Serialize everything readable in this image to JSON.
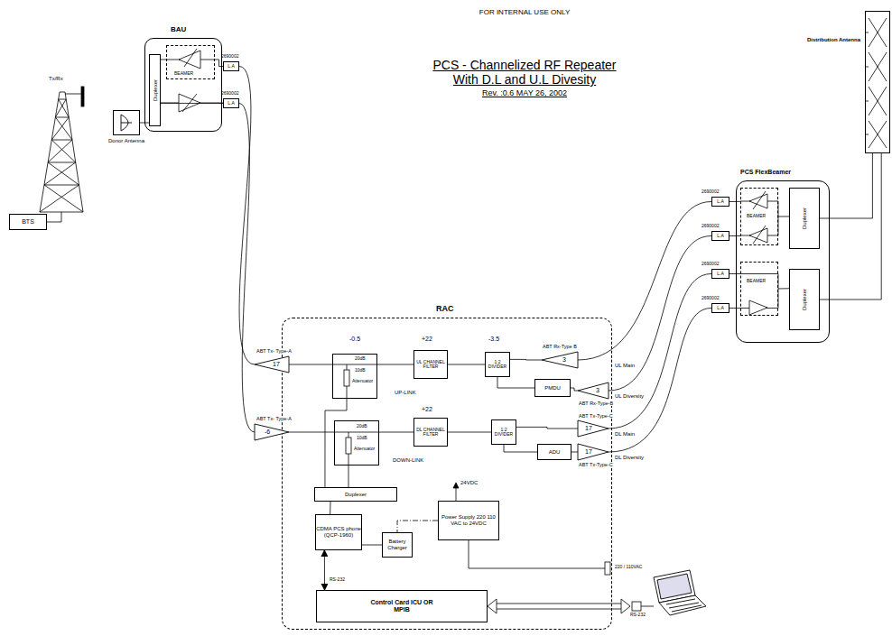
{
  "diagram": {
    "title": "PCS - Channelized RF Repeater With D.L and U.L Divesity",
    "nodes": [
      {
        "text": [
          "BTS"
        ]
      },
      {
        "text": [
          "BAU"
        ]
      },
      {
        "text": [
          "Duplexer"
        ],
        "in": 1
      },
      {
        "text": [
          "BEAMER"
        ],
        "in": 1
      },
      {
        "text": [
          "2690002",
          "L.A"
        ]
      },
      {
        "text": [
          "2690002",
          "L.A"
        ]
      },
      {
        "text": [
          "Donor Antenna"
        ]
      },
      {
        "text": [
          "Distribution Antenna"
        ]
      },
      {
        "text": [
          "PCS FlexBeamer"
        ]
      },
      {
        "text": [
          "BEAMER"
        ],
        "in": 8
      },
      {
        "text": [
          "Duplexer"
        ],
        "in": 8
      },
      {
        "text": [
          "BEAMER"
        ],
        "in": 8
      },
      {
        "text": [
          "Duplexer"
        ],
        "in": 8
      },
      {
        "text": [
          "2690002",
          "L.A"
        ]
      },
      {
        "text": [
          "2690002",
          "L.A"
        ]
      },
      {
        "text": [
          "2690002",
          "L.A"
        ]
      },
      {
        "text": [
          "2690002",
          "L.A"
        ]
      },
      {
        "text": [
          "RAC"
        ]
      },
      {
        "text": [
          "17"
        ],
        "in": 17
      },
      {
        "text": [
          "20dB",
          "10dB",
          "Attenuator"
        ],
        "in": 17
      },
      {
        "text": [
          "UL CHANNEL FILTER"
        ],
        "in": 17
      },
      {
        "text": [
          "1:2 DIVIDER"
        ],
        "in": 17
      },
      {
        "text": [
          "3"
        ],
        "in": 17
      },
      {
        "text": [
          "PMDU"
        ],
        "in": 17
      },
      {
        "text": [
          "3"
        ],
        "in": 17
      },
      {
        "text": [
          "-6"
        ],
        "in": 17
      },
      {
        "text": [
          "20dB",
          "10dB",
          "Attenuator"
        ],
        "in": 17
      },
      {
        "text": [
          "DL CHANNEL FILTER"
        ],
        "in": 17
      },
      {
        "text": [
          "1:2 DIVIDER"
        ],
        "in": 17
      },
      {
        "text": [
          "ADU"
        ],
        "in": 17
      },
      {
        "text": [
          "17"
        ],
        "in": 17
      },
      {
        "text": [
          "17"
        ],
        "in": 17
      },
      {
        "text": [
          "Duplexer"
        ],
        "in": 17
      },
      {
        "text": [
          "CDMA PCS phone (QCP-1960)"
        ],
        "in": 17
      },
      {
        "text": [
          "Battery Charger"
        ],
        "in": 17
      },
      {
        "text": [
          "Power Supply 220 110 VAC to 24VDC"
        ],
        "in": 17
      },
      {
        "text": [
          "Control Card ICU OR MPIB"
        ],
        "in": 17
      }
    ],
    "edges": [
      {
        "from": 6,
        "to": 2,
        "arrow": "none"
      },
      {
        "from": 2,
        "to": 3,
        "arrow": "none"
      },
      {
        "from": 3,
        "to": 4,
        "arrow": "none"
      },
      {
        "from": 2,
        "to": 5,
        "arrow": "none"
      },
      {
        "from": 4,
        "to": 18,
        "arrow": "none"
      },
      {
        "from": 5,
        "to": 25,
        "arrow": "none"
      },
      {
        "from": 22,
        "to": 13,
        "arrow": "none"
      },
      {
        "from": 24,
        "to": 14,
        "arrow": "none"
      },
      {
        "from": 30,
        "to": 15,
        "arrow": "none"
      },
      {
        "from": 31,
        "to": 16,
        "arrow": "none"
      },
      {
        "from": 13,
        "to": 9,
        "arrow": "none"
      },
      {
        "from": 14,
        "to": 9,
        "arrow": "none"
      },
      {
        "from": 15,
        "to": 11,
        "arrow": "none"
      },
      {
        "from": 16,
        "to": 11,
        "arrow": "none"
      },
      {
        "from": 9,
        "to": 10,
        "arrow": "none"
      },
      {
        "from": 11,
        "to": 12,
        "arrow": "none"
      },
      {
        "from": 10,
        "to": 7,
        "arrow": "none"
      },
      {
        "from": 12,
        "to": 7,
        "arrow": "none"
      },
      {
        "from": 18,
        "to": 19,
        "arrow": "none"
      },
      {
        "from": 19,
        "to": 20,
        "arrow": "none"
      },
      {
        "from": 20,
        "to": 21,
        "arrow": "none"
      },
      {
        "from": 21,
        "to": 22,
        "arrow": "none"
      },
      {
        "from": 21,
        "to": 23,
        "arrow": "none"
      },
      {
        "from": 23,
        "to": 24,
        "arrow": "none"
      },
      {
        "from": 25,
        "to": 26,
        "arrow": "none"
      },
      {
        "from": 26,
        "to": 27,
        "arrow": "none"
      },
      {
        "from": 27,
        "to": 28,
        "arrow": "none"
      },
      {
        "from": 28,
        "to": 30,
        "arrow": "none"
      },
      {
        "from": 28,
        "to": 29,
        "arrow": "none"
      },
      {
        "from": 29,
        "to": 31,
        "arrow": "none"
      },
      {
        "from": 19,
        "to": 32,
        "arrow": "none"
      },
      {
        "from": 26,
        "to": 32,
        "arrow": "none"
      },
      {
        "from": 32,
        "to": 33,
        "arrow": "none"
      },
      {
        "from": 33,
        "to": 36,
        "arrow": "both"
      },
      {
        "from": 34,
        "to": 33,
        "arrow": "none"
      },
      {
        "from": 35,
        "to": 34,
        "arrow": "none"
      }
    ],
    "labels": [
      "FOR INTERNAL USE ONLY",
      "Rev. :0.6 MAY 26, 2002",
      "Tx/Rx",
      "-0.5",
      "+22",
      "-3.5",
      "+22",
      "UP-LINK",
      "DOWN-LINK",
      "ABT Tx- Type-A",
      "ABT Tx- Type-A",
      "ABT Rx-Type B",
      "ABT Rx-Type-B",
      "ABT Tx-Type-C",
      "ABT Tx-Type-C",
      "UL Main",
      "UL Diversity",
      "DL Main",
      "DL Diversity",
      "24VDC",
      "220 / 110VAC",
      "RS-232",
      "RS-232"
    ]
  }
}
